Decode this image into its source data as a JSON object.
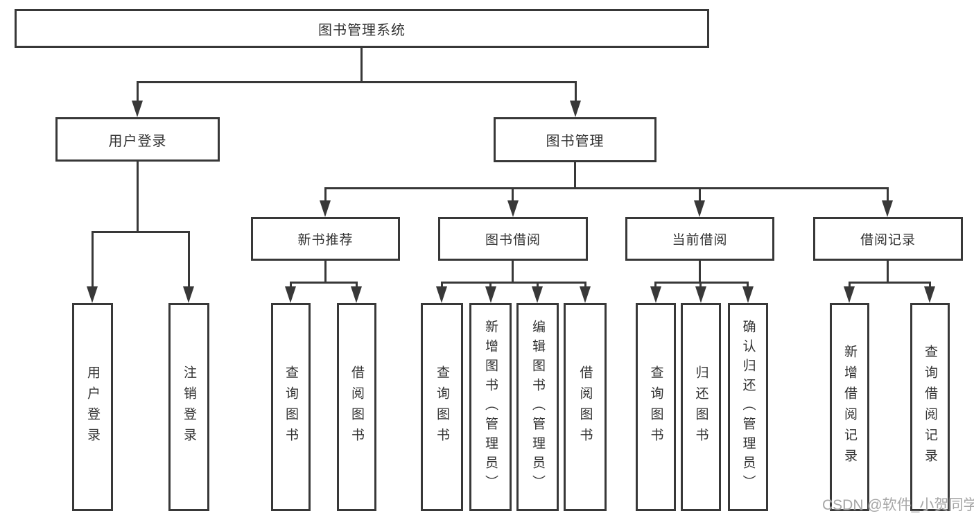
{
  "diagram": {
    "nodes": {
      "root": {
        "label": "图书管理系统"
      },
      "user_login": {
        "label": "用户登录"
      },
      "book_mgmt": {
        "label": "图书管理"
      },
      "new_book_rec": {
        "label": "新书推荐"
      },
      "book_borrow": {
        "label": "图书借阅"
      },
      "current_borrow": {
        "label": "当前借阅"
      },
      "borrow_record": {
        "label": "借阅记录"
      },
      "ul_user_login": {
        "label": "用户登录"
      },
      "ul_logout": {
        "label": "注销登录"
      },
      "nb_query": {
        "label": "查询图书"
      },
      "nb_borrow": {
        "label": "借阅图书"
      },
      "bb_query": {
        "label": "查询图书"
      },
      "bb_add": {
        "label": "新增图书（管理员）"
      },
      "bb_edit": {
        "label": "编辑图书（管理员）"
      },
      "bb_borrow": {
        "label": "借阅图书"
      },
      "cb_query": {
        "label": "查询图书"
      },
      "cb_return": {
        "label": "归还图书"
      },
      "cb_confirm": {
        "label": "确认归还（管理员）"
      },
      "br_add": {
        "label": "新增借阅记录"
      },
      "br_query": {
        "label": "查询借阅记录"
      }
    },
    "hierarchy": {
      "root": [
        "user_login",
        "book_mgmt"
      ],
      "user_login": [
        "ul_user_login",
        "ul_logout"
      ],
      "book_mgmt": [
        "new_book_rec",
        "book_borrow",
        "current_borrow",
        "borrow_record"
      ],
      "new_book_rec": [
        "nb_query",
        "nb_borrow"
      ],
      "book_borrow": [
        "bb_query",
        "bb_add",
        "bb_edit",
        "bb_borrow"
      ],
      "current_borrow": [
        "cb_query",
        "cb_return",
        "cb_confirm"
      ],
      "borrow_record": [
        "br_add",
        "br_query"
      ]
    },
    "colors": {
      "line": "#383838",
      "text": "#333333",
      "box_background": "#ffffff",
      "page_background": "#ffffff",
      "watermark": "#a6a6a6"
    }
  },
  "watermark": {
    "text": "CSDN @软件_小贺同学"
  }
}
